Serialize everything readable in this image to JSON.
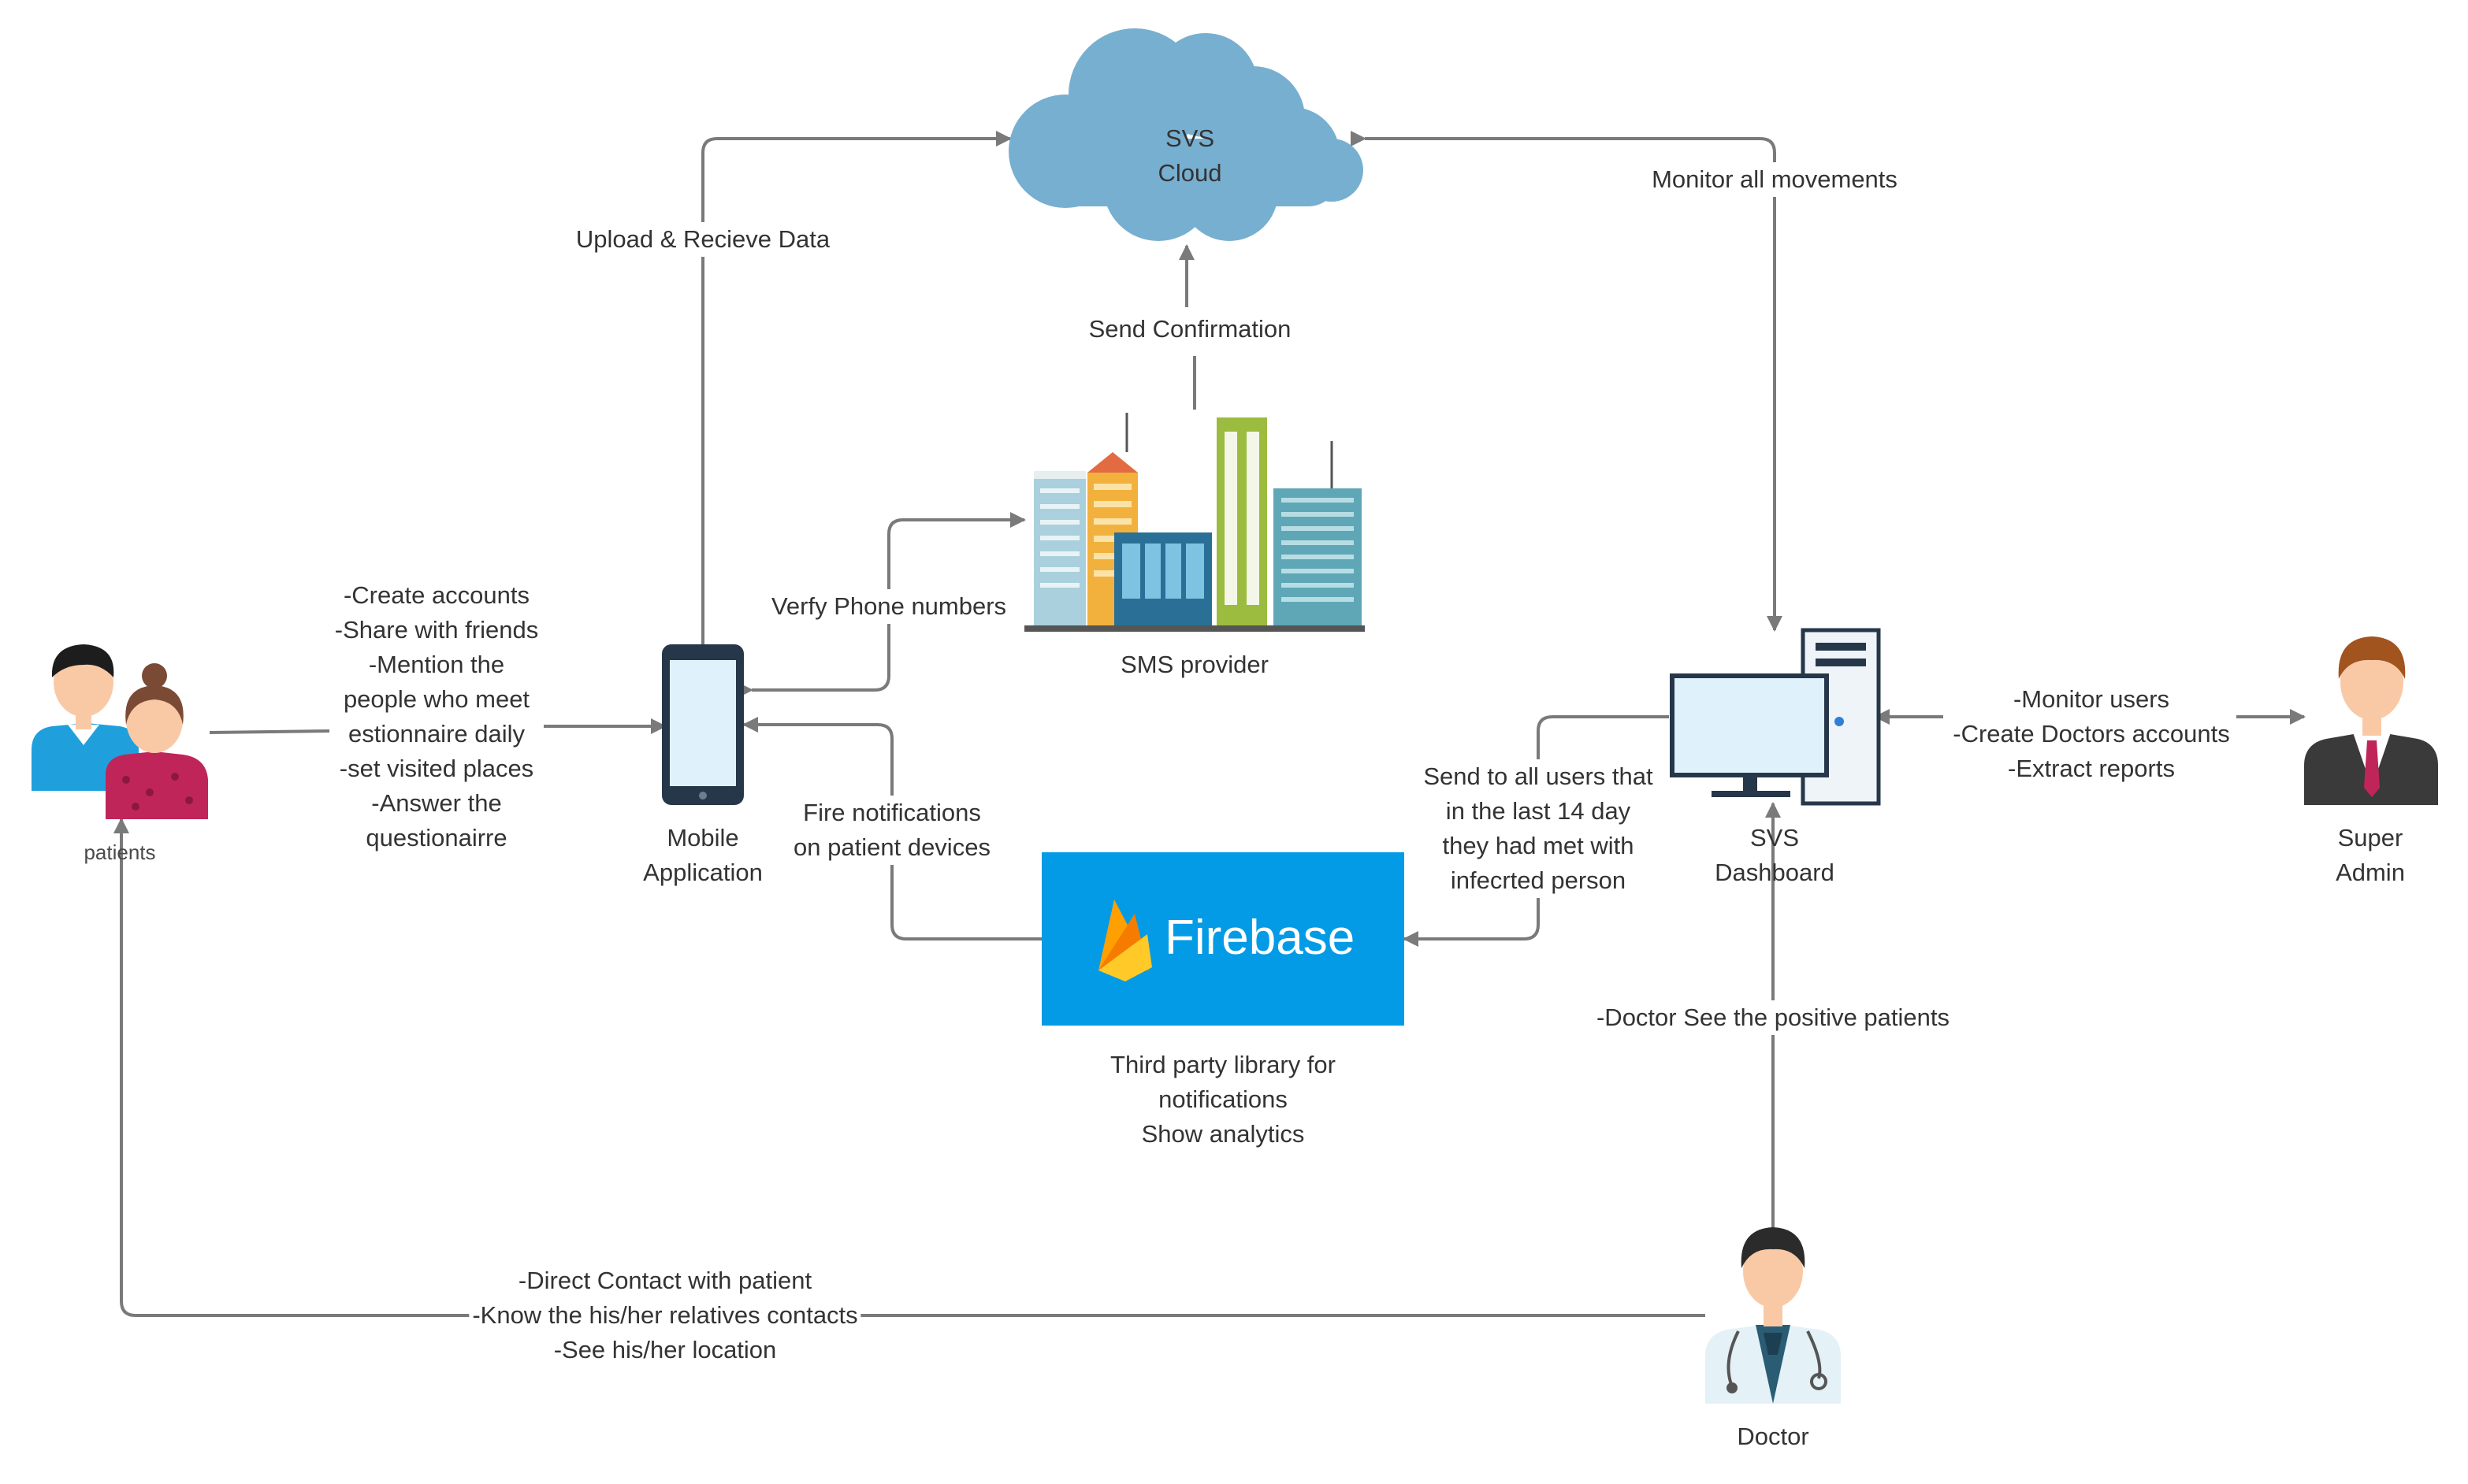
{
  "nodes": {
    "cloud": {
      "lines": [
        "SVS",
        "Cloud"
      ]
    },
    "sms_provider": {
      "label": "SMS provider"
    },
    "mobile_app": {
      "lines": [
        "Mobile",
        "Application"
      ]
    },
    "firebase": {
      "logo_text": "Firebase",
      "caption_lines": [
        "Third party library for",
        "notifications",
        "Show analytics"
      ]
    },
    "dashboard": {
      "lines": [
        "SVS",
        "Dashboard"
      ]
    },
    "patients": {
      "label": "patients"
    },
    "super_admin": {
      "lines": [
        "Super",
        "Admin"
      ]
    },
    "doctor": {
      "label": "Doctor"
    }
  },
  "edges": {
    "upload": {
      "label": "Upload & Recieve Data"
    },
    "monitor_movements": {
      "label": "Monitor all movements"
    },
    "send_confirmation": {
      "label": "Send Confirmation"
    },
    "verify_phone": {
      "label": "Verfy Phone numbers"
    },
    "fire_notifications": {
      "lines": [
        "Fire notifications",
        "on patient devices"
      ]
    },
    "patient_actions": {
      "lines": [
        "-Create accounts",
        "-Share with friends",
        "-Mention the",
        "people who meet",
        "estionnaire daily",
        "-set visited places",
        "-Answer the",
        "questionairre"
      ]
    },
    "send_to_users": {
      "lines": [
        "Send to all users that",
        "in the last 14 day",
        "they had met with",
        "infecrted person"
      ]
    },
    "admin_actions": {
      "lines": [
        "-Monitor users",
        "-Create Doctors accounts",
        "-Extract reports"
      ]
    },
    "doctor_sees": {
      "label": "-Doctor See the positive patients"
    },
    "doctor_contact": {
      "lines": [
        "-Direct Contact with patient",
        "-Know the his/her relatives contacts",
        "-See his/her location"
      ]
    }
  },
  "colors": {
    "cloud": "#77afd0",
    "firebase_bg": "#039be5",
    "connector": "#7a7a7a",
    "text": "#333333"
  },
  "icons": [
    "cloud-icon",
    "city-buildings-icon",
    "smartphone-icon",
    "firebase-flame-icon",
    "desktop-computer-icon",
    "patients-couple-icon",
    "businessman-icon",
    "doctor-icon"
  ]
}
